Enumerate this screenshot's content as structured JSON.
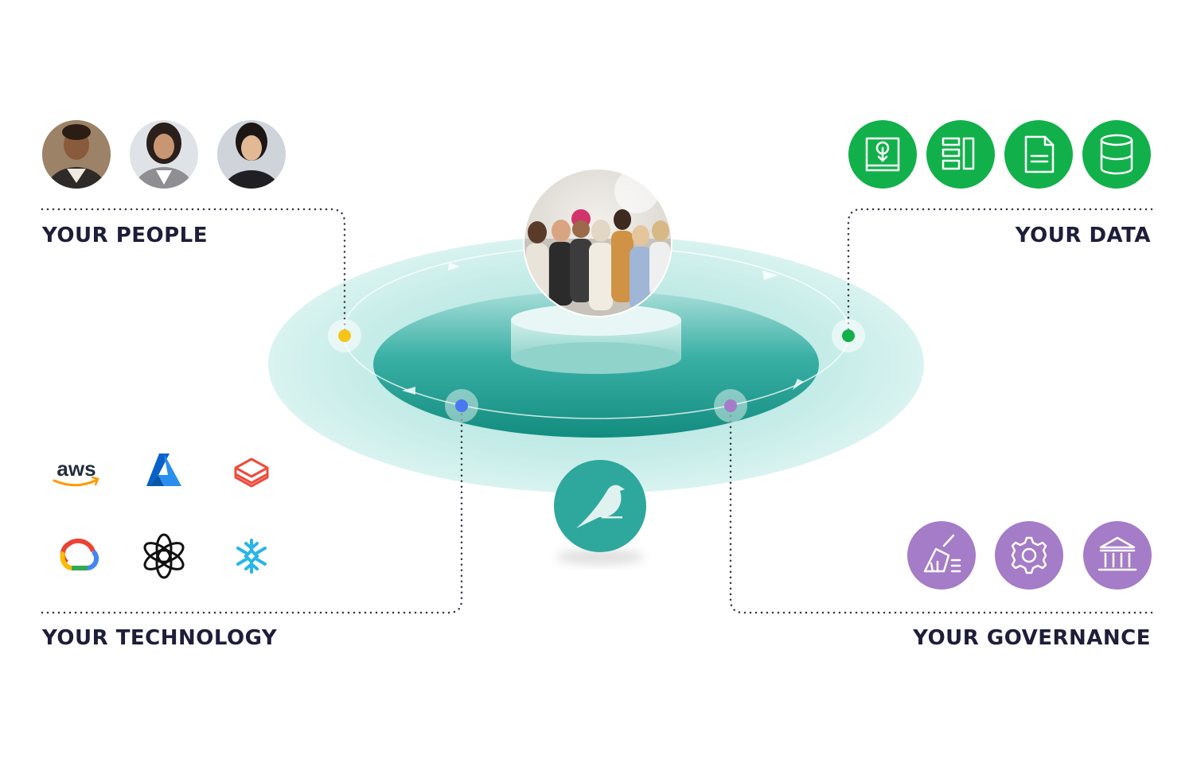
{
  "sections": {
    "people": {
      "label": "YOUR PEOPLE",
      "avatars": [
        "person-avatar",
        "person-avatar",
        "person-avatar"
      ],
      "dot_color": "#f5c518"
    },
    "data": {
      "label": "YOUR DATA",
      "icons": [
        "data-lake-icon",
        "dashboard-columns-icon",
        "document-icon",
        "database-icon"
      ],
      "icon_bg": "#12b04a",
      "dot_color": "#12b04a"
    },
    "technology": {
      "label": "YOUR TECHNOLOGY",
      "logos": [
        "aws-logo",
        "azure-logo",
        "databricks-logo",
        "google-cloud-logo",
        "openai-logo",
        "snowflake-logo"
      ],
      "aws_text": "aws",
      "dot_color": "#4a78f0"
    },
    "governance": {
      "label": "YOUR GOVERNANCE",
      "icons": [
        "broom-icon",
        "gear-icon",
        "institution-icon"
      ],
      "icon_bg": "#a57cc7",
      "dot_color": "#a57cc7"
    }
  },
  "center": {
    "group_photo": "team-group-photo",
    "brand_icon": "bird-icon",
    "brand_color": "#2ea89c"
  }
}
